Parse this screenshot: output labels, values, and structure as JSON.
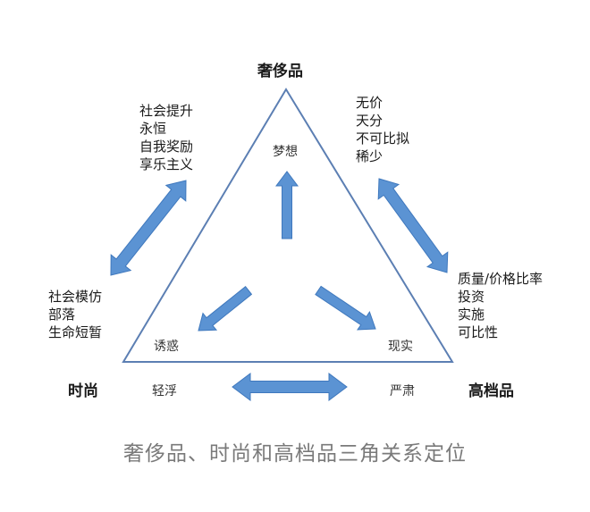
{
  "vertices": {
    "luxury": "奢侈品",
    "fashion": "时尚",
    "premium": "高档品"
  },
  "inner_labels": {
    "dream": "梦想",
    "temptation": "诱惑",
    "reality": "现实",
    "frivolous": "轻浮",
    "serious": "严肃"
  },
  "lists": {
    "luxury_left": [
      "社会提升",
      "永恒",
      "自我奖励",
      "享乐主义"
    ],
    "luxury_right": [
      "无价",
      "天分",
      "不可比拟",
      "稀少"
    ],
    "fashion": [
      "社会模仿",
      "部落",
      "生命短暂"
    ],
    "premium": [
      "质量/价格比率",
      "投资",
      "实施",
      "可比性"
    ]
  },
  "caption": "奢侈品、时尚和高档品三角关系定位",
  "colors": {
    "arrow_fill": "#5b93d3",
    "arrow_stroke": "#3f78bd",
    "triangle_stroke": "#5c7fb3",
    "caption": "#7a7a7a"
  }
}
